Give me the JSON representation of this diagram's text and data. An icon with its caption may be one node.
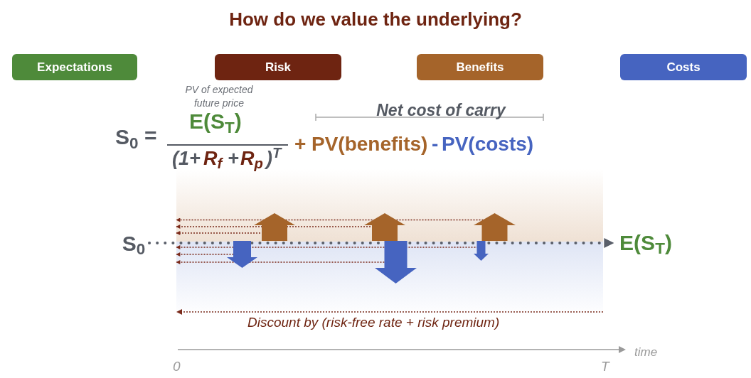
{
  "diagram": {
    "title": "How do we value the underlying?",
    "nodes": [
      {
        "text": [
          "Expectations"
        ]
      },
      {
        "text": [
          "Risk"
        ]
      },
      {
        "text": [
          "Benefits"
        ]
      },
      {
        "text": [
          "Costs"
        ]
      },
      {
        "text": [
          "S$_{0}$"
        ]
      },
      {
        "text": [
          "E(S$_{T}$)"
        ]
      },
      {
        "text": [],
        "shape": "arrow"
      },
      {
        "text": [],
        "shape": "arrow"
      },
      {
        "text": [],
        "shape": "arrow"
      },
      {
        "text": [],
        "shape": "arrow"
      },
      {
        "text": [],
        "shape": "arrow"
      },
      {
        "text": [],
        "shape": "arrow"
      }
    ],
    "edges": [
      {
        "from": 4,
        "to": 5,
        "arrow": "to",
        "style": "dashed",
        "color": "#5a5f6a"
      },
      {
        "from": 8,
        "to": null,
        "arrow": "to",
        "style": "dashed"
      },
      {
        "from": 7,
        "to": null,
        "arrow": "to",
        "style": "dashed"
      },
      {
        "from": 6,
        "to": null,
        "arrow": "to",
        "style": "dashed"
      },
      {
        "from": 11,
        "to": null,
        "arrow": "to",
        "style": "dashed"
      },
      {
        "from": 9,
        "to": null,
        "arrow": "to",
        "style": "dashed"
      },
      {
        "from": 10,
        "to": null,
        "arrow": "to",
        "style": "dashed"
      }
    ],
    "labels": [
      "PV of expected future price",
      "Net cost of carry",
      "S$_{0}$",
      "=",
      "E(S$_{T}$)",
      "(1+",
      "R$_{f}$",
      "+",
      "R$_{p}$",
      ")$^{T}$",
      "+",
      "PV(benefits)",
      "-",
      "PV(costs)",
      "Discount by (risk-free rate + risk premium)",
      "time",
      "0",
      "T"
    ]
  }
}
